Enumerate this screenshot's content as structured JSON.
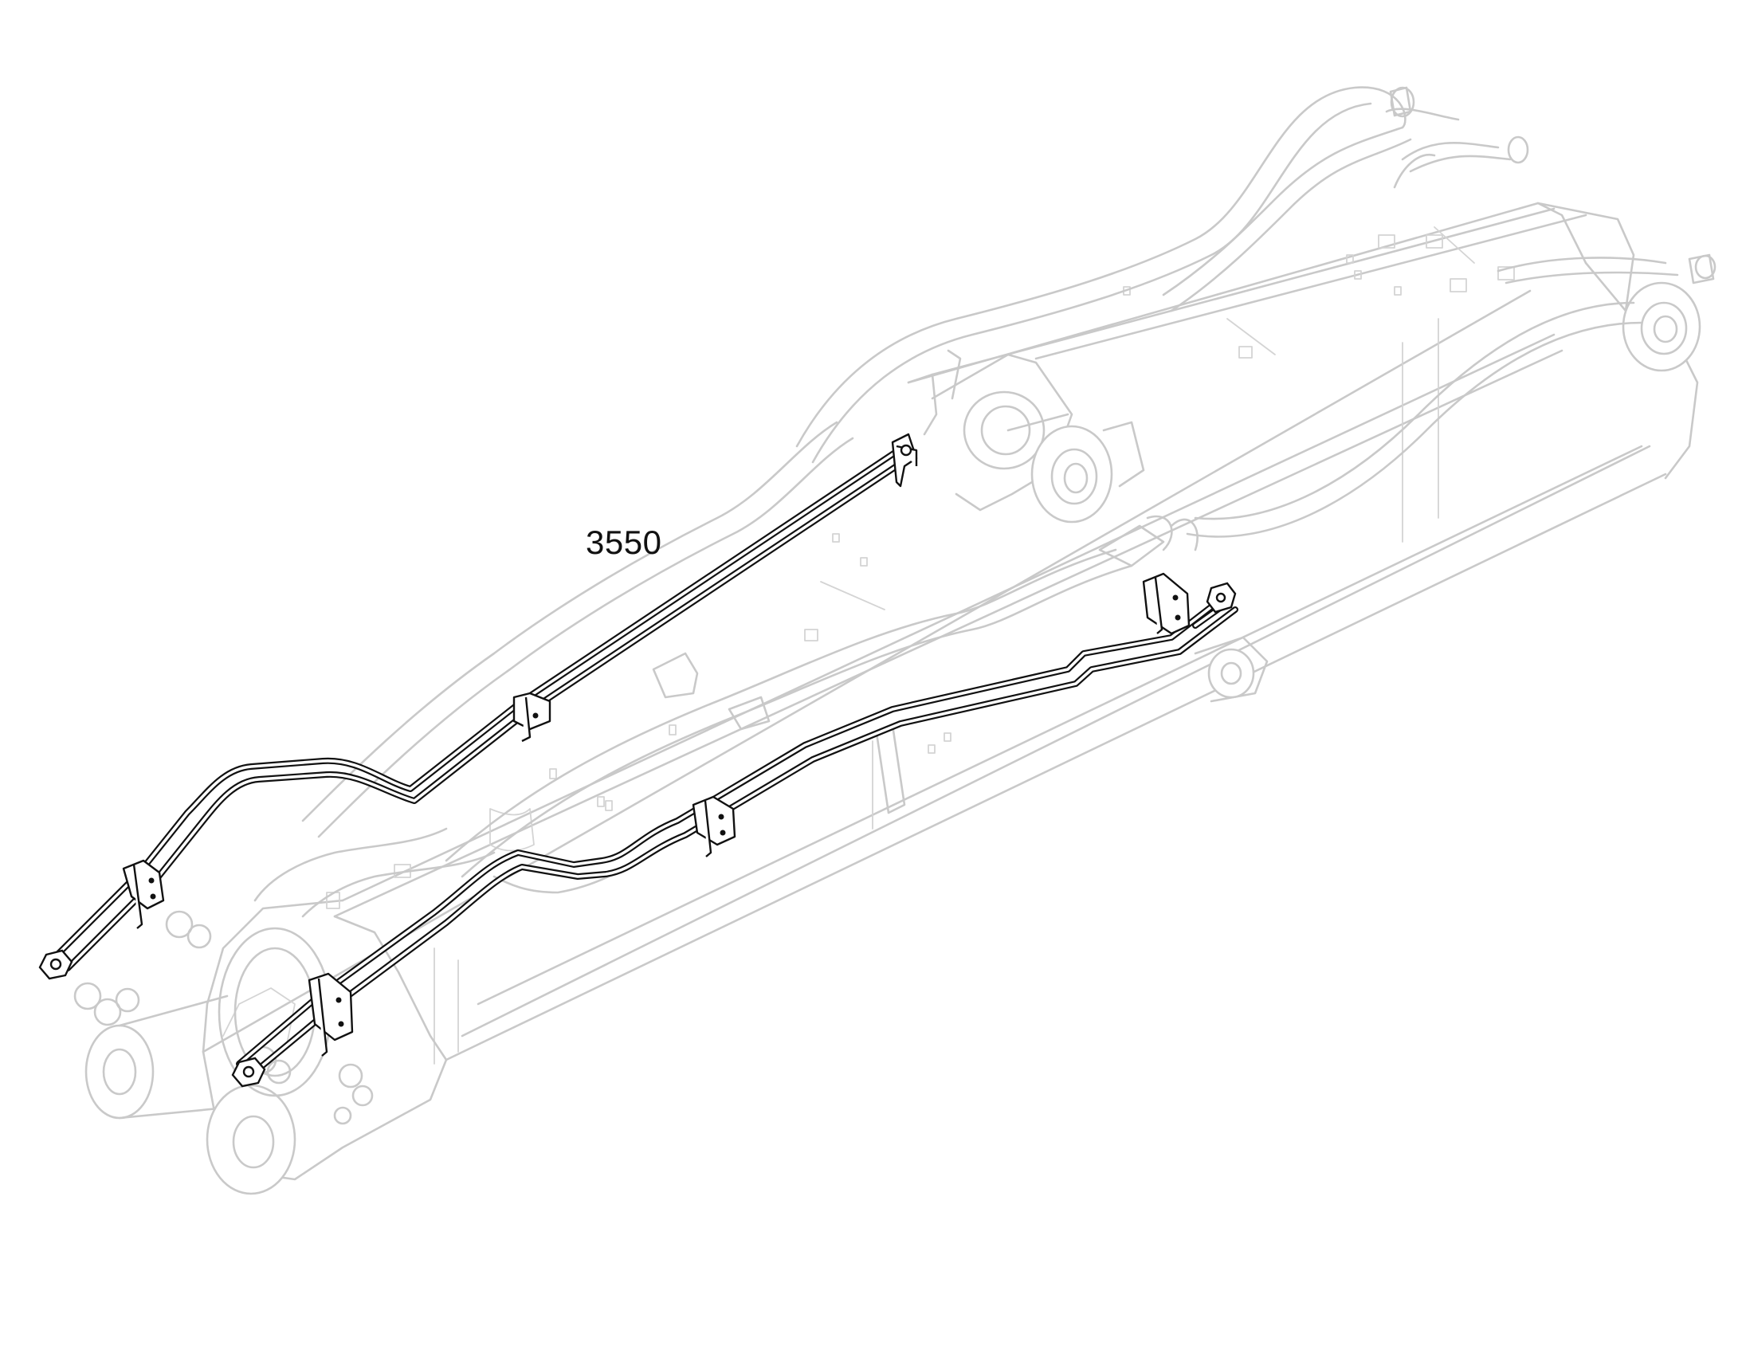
{
  "callout": {
    "label": "3550",
    "color": "#111111"
  },
  "colors": {
    "highlight_line": "#111111",
    "background_line": "#c9c9c9",
    "background": "#ffffff"
  },
  "highlighted_part": "hydraulic-line-assembly",
  "background_part": "excavator-boom"
}
